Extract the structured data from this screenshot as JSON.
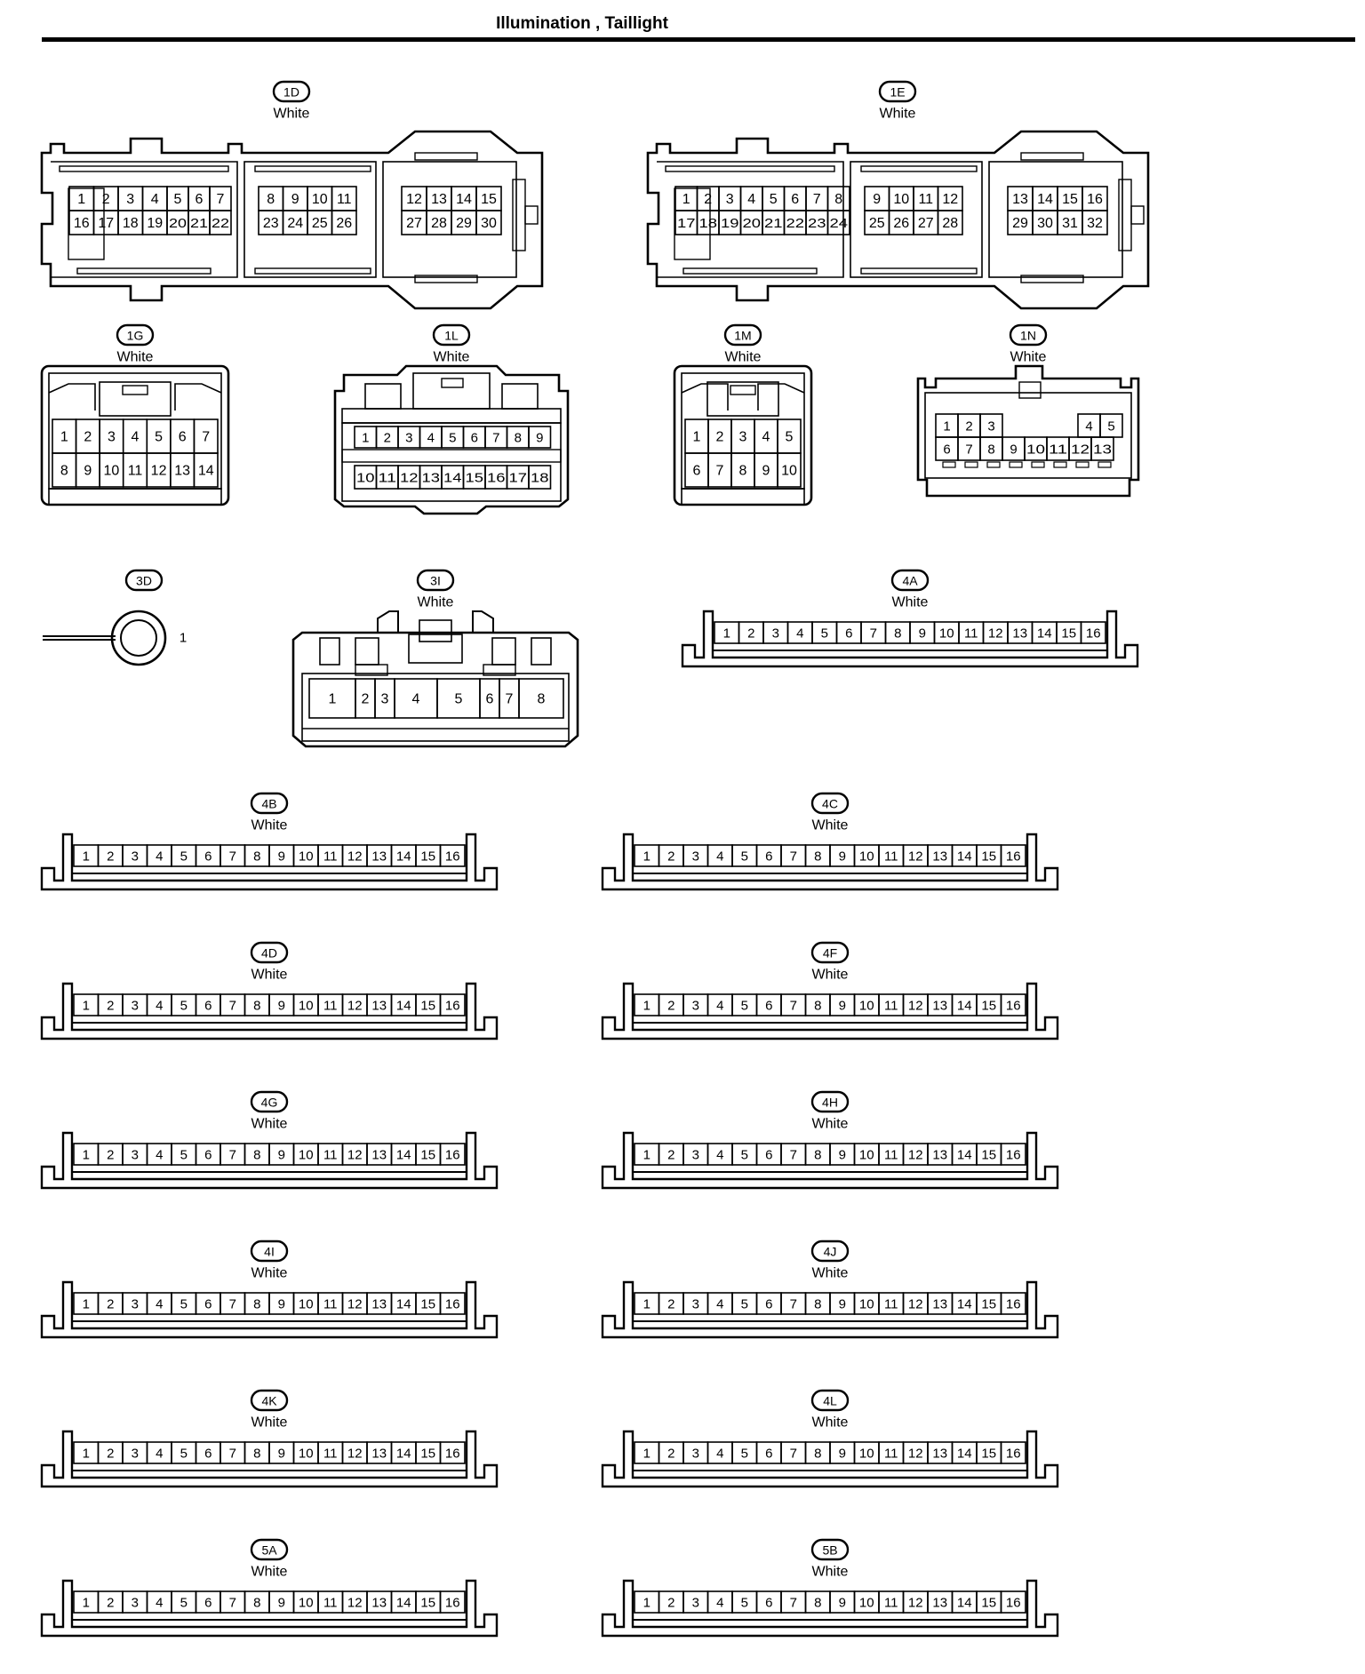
{
  "page": {
    "title": "Illumination , Taillight"
  },
  "connectors": [
    {
      "id": "1D",
      "color": "White",
      "shape": "large",
      "groups": [
        {
          "rows": [
            [
              "1",
              "2",
              "3",
              "4",
              "5",
              "6",
              "7"
            ],
            [
              "16",
              "17",
              "18",
              "19",
              "20",
              "21",
              "22"
            ]
          ]
        },
        {
          "rows": [
            [
              "8",
              "9",
              "10",
              "11"
            ],
            [
              "23",
              "24",
              "25",
              "26"
            ]
          ]
        },
        {
          "rows": [
            [
              "12",
              "13",
              "14",
              "15"
            ],
            [
              "27",
              "28",
              "29",
              "30"
            ]
          ]
        }
      ]
    },
    {
      "id": "1E",
      "color": "White",
      "shape": "large",
      "groups": [
        {
          "rows": [
            [
              "1",
              "2",
              "3",
              "4",
              "5",
              "6",
              "7",
              "8"
            ],
            [
              "17",
              "18",
              "19",
              "20",
              "21",
              "22",
              "23",
              "24"
            ]
          ]
        },
        {
          "rows": [
            [
              "9",
              "10",
              "11",
              "12"
            ],
            [
              "25",
              "26",
              "27",
              "28"
            ]
          ]
        },
        {
          "rows": [
            [
              "13",
              "14",
              "15",
              "16"
            ],
            [
              "29",
              "30",
              "31",
              "32"
            ]
          ]
        }
      ]
    },
    {
      "id": "1G",
      "color": "White",
      "shape": "box",
      "rows": [
        [
          "1",
          "2",
          "3",
          "4",
          "5",
          "6",
          "7"
        ],
        [
          "8",
          "9",
          "10",
          "11",
          "12",
          "13",
          "14"
        ]
      ]
    },
    {
      "id": "1L",
      "color": "White",
      "shape": "lock",
      "rows": [
        [
          "1",
          "2",
          "3",
          "4",
          "5",
          "6",
          "7",
          "8",
          "9"
        ],
        [
          "10",
          "11",
          "12",
          "13",
          "14",
          "15",
          "16",
          "17",
          "18"
        ]
      ]
    },
    {
      "id": "1M",
      "color": "White",
      "shape": "box",
      "rows": [
        [
          "1",
          "2",
          "3",
          "4",
          "5"
        ],
        [
          "6",
          "7",
          "8",
          "9",
          "10"
        ]
      ]
    },
    {
      "id": "1N",
      "color": "White",
      "shape": "split",
      "rows": [
        [
          "1",
          "2",
          "3",
          "4",
          "5"
        ],
        [
          "6",
          "7",
          "8",
          "9",
          "10",
          "11",
          "12",
          "13"
        ]
      ]
    },
    {
      "id": "3D",
      "shape": "ring",
      "terminal": "1"
    },
    {
      "id": "3I",
      "color": "White",
      "shape": "lock8",
      "rows": [
        [
          "1",
          "2",
          "3",
          "4",
          "5",
          "6",
          "7",
          "8"
        ]
      ]
    },
    {
      "id": "4A",
      "color": "White",
      "shape": "strip",
      "pins": [
        "1",
        "2",
        "3",
        "4",
        "5",
        "6",
        "7",
        "8",
        "9",
        "10",
        "11",
        "12",
        "13",
        "14",
        "15",
        "16"
      ]
    },
    {
      "id": "4B",
      "color": "White",
      "shape": "strip",
      "pins": [
        "1",
        "2",
        "3",
        "4",
        "5",
        "6",
        "7",
        "8",
        "9",
        "10",
        "11",
        "12",
        "13",
        "14",
        "15",
        "16"
      ]
    },
    {
      "id": "4C",
      "color": "White",
      "shape": "strip",
      "pins": [
        "1",
        "2",
        "3",
        "4",
        "5",
        "6",
        "7",
        "8",
        "9",
        "10",
        "11",
        "12",
        "13",
        "14",
        "15",
        "16"
      ]
    },
    {
      "id": "4D",
      "color": "White",
      "shape": "strip",
      "pins": [
        "1",
        "2",
        "3",
        "4",
        "5",
        "6",
        "7",
        "8",
        "9",
        "10",
        "11",
        "12",
        "13",
        "14",
        "15",
        "16"
      ]
    },
    {
      "id": "4F",
      "color": "White",
      "shape": "strip",
      "pins": [
        "1",
        "2",
        "3",
        "4",
        "5",
        "6",
        "7",
        "8",
        "9",
        "10",
        "11",
        "12",
        "13",
        "14",
        "15",
        "16"
      ]
    },
    {
      "id": "4G",
      "color": "White",
      "shape": "strip",
      "pins": [
        "1",
        "2",
        "3",
        "4",
        "5",
        "6",
        "7",
        "8",
        "9",
        "10",
        "11",
        "12",
        "13",
        "14",
        "15",
        "16"
      ]
    },
    {
      "id": "4H",
      "color": "White",
      "shape": "strip",
      "pins": [
        "1",
        "2",
        "3",
        "4",
        "5",
        "6",
        "7",
        "8",
        "9",
        "10",
        "11",
        "12",
        "13",
        "14",
        "15",
        "16"
      ]
    },
    {
      "id": "4I",
      "color": "White",
      "shape": "strip",
      "pins": [
        "1",
        "2",
        "3",
        "4",
        "5",
        "6",
        "7",
        "8",
        "9",
        "10",
        "11",
        "12",
        "13",
        "14",
        "15",
        "16"
      ]
    },
    {
      "id": "4J",
      "color": "White",
      "shape": "strip",
      "pins": [
        "1",
        "2",
        "3",
        "4",
        "5",
        "6",
        "7",
        "8",
        "9",
        "10",
        "11",
        "12",
        "13",
        "14",
        "15",
        "16"
      ]
    },
    {
      "id": "4K",
      "color": "White",
      "shape": "strip",
      "pins": [
        "1",
        "2",
        "3",
        "4",
        "5",
        "6",
        "7",
        "8",
        "9",
        "10",
        "11",
        "12",
        "13",
        "14",
        "15",
        "16"
      ]
    },
    {
      "id": "4L",
      "color": "White",
      "shape": "strip",
      "pins": [
        "1",
        "2",
        "3",
        "4",
        "5",
        "6",
        "7",
        "8",
        "9",
        "10",
        "11",
        "12",
        "13",
        "14",
        "15",
        "16"
      ]
    },
    {
      "id": "5A",
      "color": "White",
      "shape": "strip",
      "pins": [
        "1",
        "2",
        "3",
        "4",
        "5",
        "6",
        "7",
        "8",
        "9",
        "10",
        "11",
        "12",
        "13",
        "14",
        "15",
        "16"
      ]
    },
    {
      "id": "5B",
      "color": "White",
      "shape": "strip",
      "pins": [
        "1",
        "2",
        "3",
        "4",
        "5",
        "6",
        "7",
        "8",
        "9",
        "10",
        "11",
        "12",
        "13",
        "14",
        "15",
        "16"
      ]
    }
  ]
}
